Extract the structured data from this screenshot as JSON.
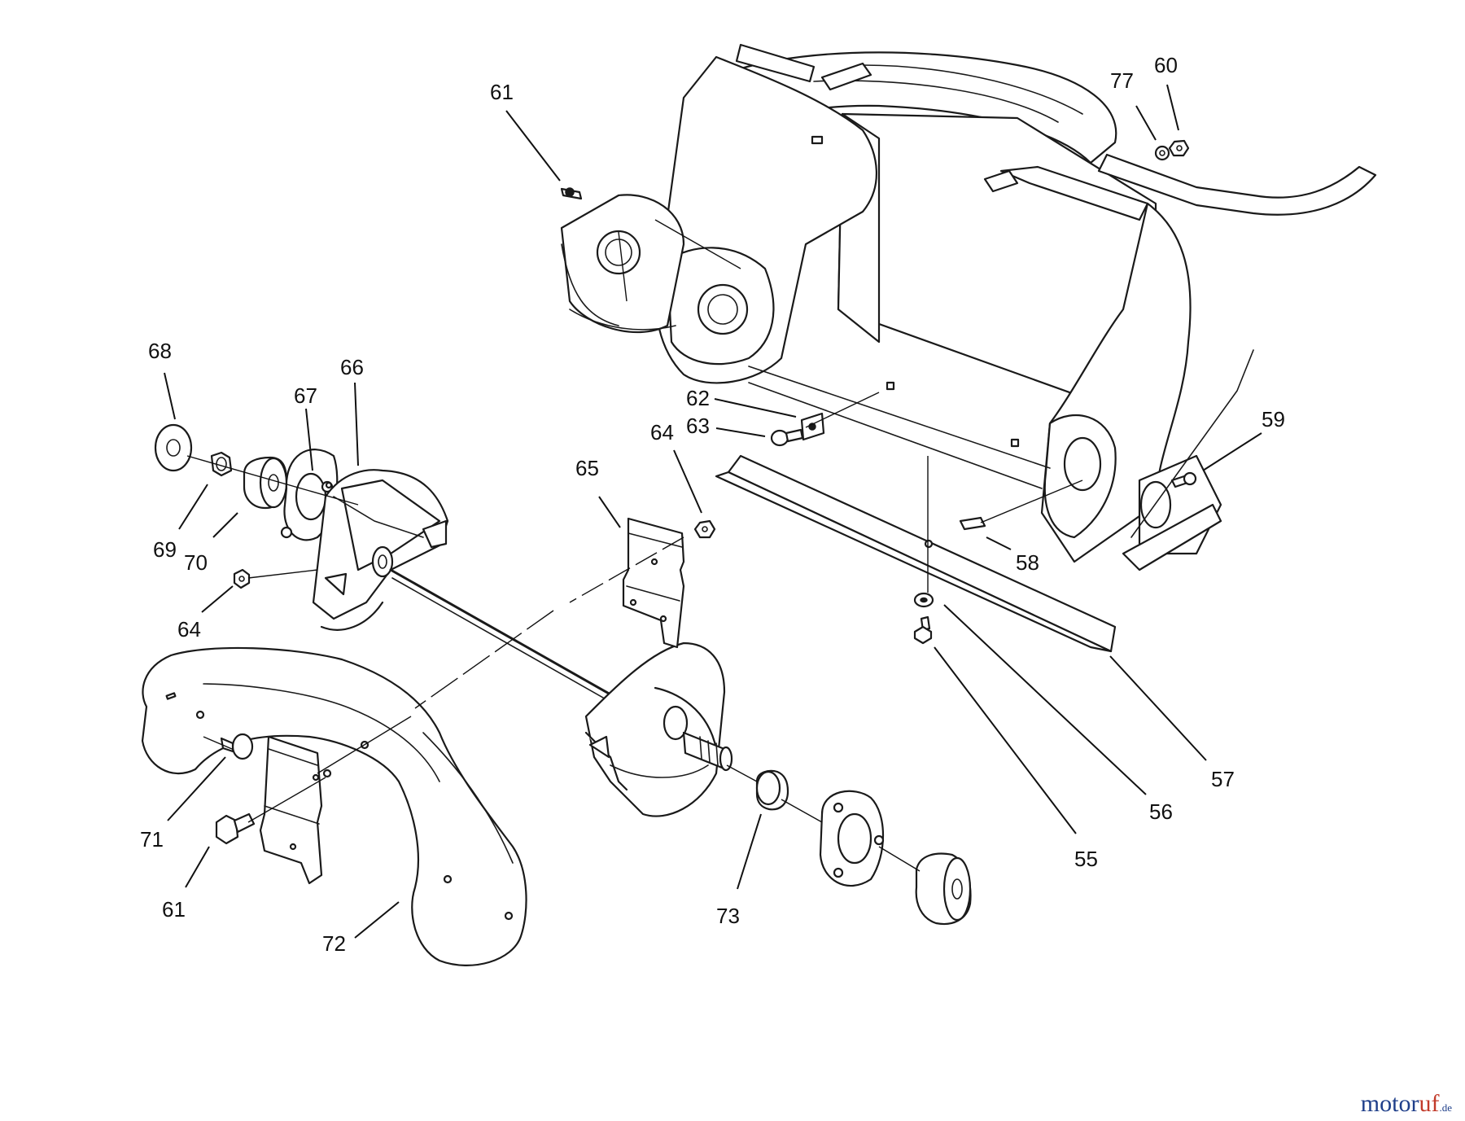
{
  "callouts": [
    {
      "id": "c61a",
      "label": "61"
    },
    {
      "id": "c77",
      "label": "77"
    },
    {
      "id": "c60",
      "label": "60"
    },
    {
      "id": "c68",
      "label": "68"
    },
    {
      "id": "c66",
      "label": "66"
    },
    {
      "id": "c67",
      "label": "67"
    },
    {
      "id": "c62",
      "label": "62"
    },
    {
      "id": "c63",
      "label": "63"
    },
    {
      "id": "c64a",
      "label": "64"
    },
    {
      "id": "c65",
      "label": "65"
    },
    {
      "id": "c59",
      "label": "59"
    },
    {
      "id": "c69",
      "label": "69"
    },
    {
      "id": "c70",
      "label": "70"
    },
    {
      "id": "c58",
      "label": "58"
    },
    {
      "id": "c64b",
      "label": "64"
    },
    {
      "id": "c57",
      "label": "57"
    },
    {
      "id": "c56",
      "label": "56"
    },
    {
      "id": "c55",
      "label": "55"
    },
    {
      "id": "c71",
      "label": "71"
    },
    {
      "id": "c61b",
      "label": "61"
    },
    {
      "id": "c72",
      "label": "72"
    },
    {
      "id": "c73",
      "label": "73"
    }
  ],
  "watermark": {
    "part1": "motor",
    "part2": "uf",
    "part3": ".de"
  }
}
